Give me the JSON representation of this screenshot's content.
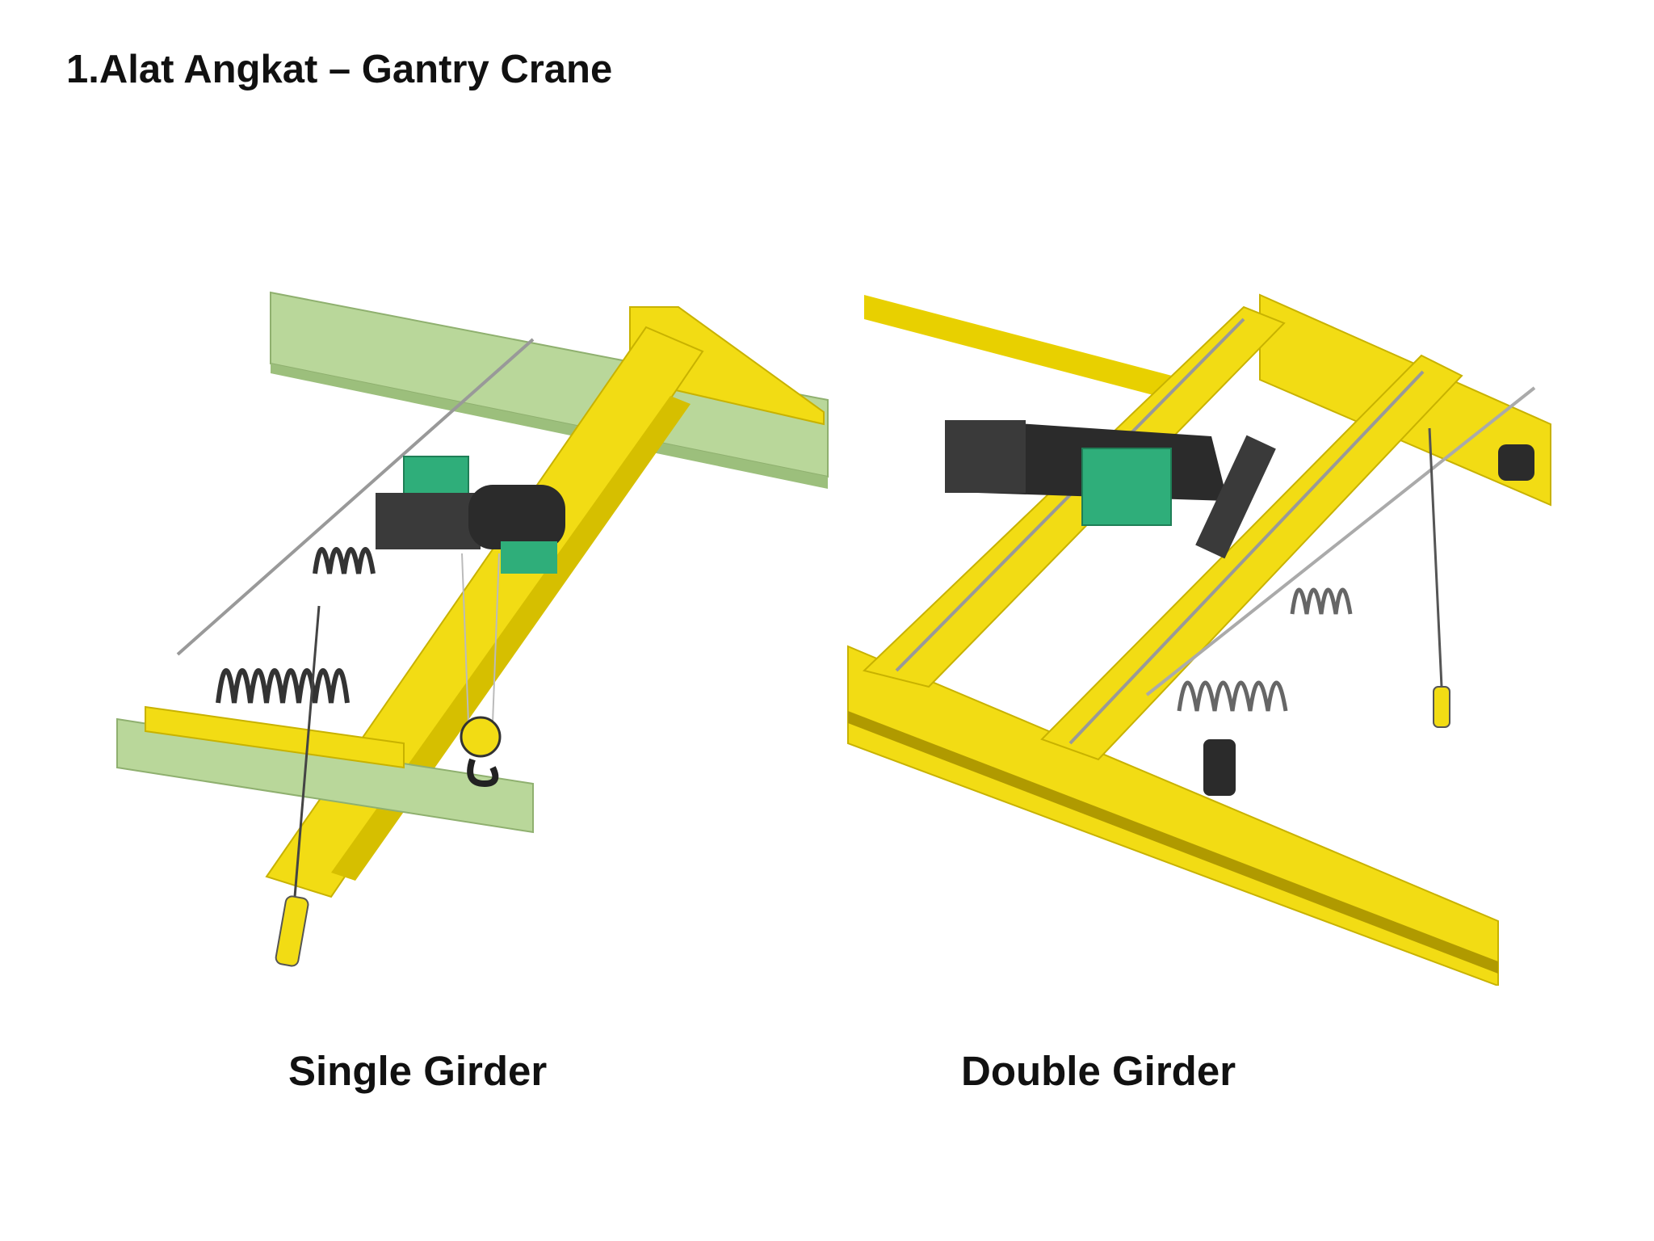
{
  "slide": {
    "title": "1.Alat Angkat – Gantry Crane"
  },
  "figures": [
    {
      "caption": "Single Girder",
      "illustration": "single-girder-overhead-crane"
    },
    {
      "caption": "Double Girder",
      "illustration": "double-girder-overhead-crane"
    }
  ],
  "colors": {
    "girder_yellow": "#f2dc14",
    "runway_green": "#b9d79a",
    "hoist_green": "#2fae7a",
    "motor_black": "#2b2b2b",
    "background": "#ffffff"
  }
}
